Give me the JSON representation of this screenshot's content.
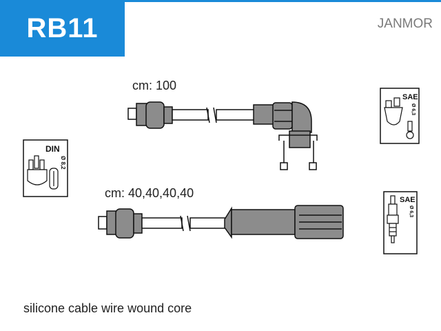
{
  "header": {
    "code": "RB11",
    "brand": "JANMOR"
  },
  "cables": {
    "top_label": "cm: 100",
    "bottom_label": "cm: 40,40,40,40"
  },
  "connectors": {
    "left_standard": "DIN",
    "left_diameter": "Ø 8,2",
    "right_top_standard": "SAE",
    "right_top_diameter": "Ø 6,3",
    "right_bottom_standard": "SAE",
    "right_bottom_diameter": "Ø 6,3"
  },
  "footer": {
    "description": "silicone cable wire wound core"
  },
  "colors": {
    "brand_blue": "#1a8ad8",
    "part_gray": "#8c8c8c"
  },
  "icons": {
    "distributor": "distributor-cap-icon",
    "spark_plug": "spark-plug-icon"
  }
}
